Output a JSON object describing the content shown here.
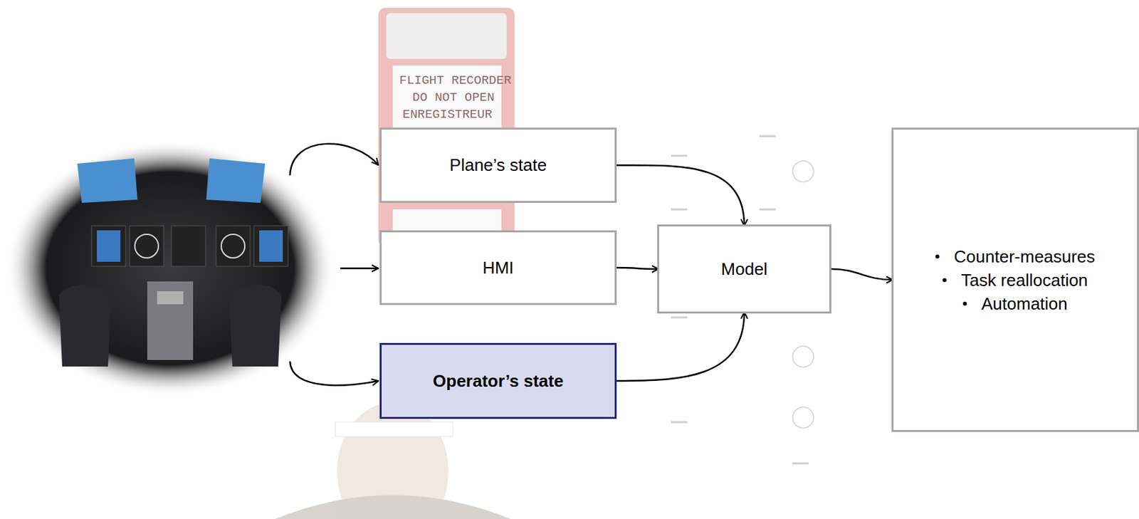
{
  "diagram": {
    "nodes": [
      {
        "text": [
          "Plane’s state"
        ]
      },
      {
        "text": [
          "HMI"
        ]
      },
      {
        "text": [
          "Operator’s state"
        ]
      },
      {
        "text": [
          "Model"
        ]
      },
      {
        "text": [
          "Counter-measures",
          "Task reallocation",
          "Automation"
        ]
      }
    ],
    "edges": [
      {
        "from": 0,
        "to": 3,
        "arrow": "to"
      },
      {
        "from": 1,
        "to": 3,
        "arrow": "to"
      },
      {
        "from": 2,
        "to": 3,
        "arrow": "to"
      },
      {
        "from": 3,
        "to": 4,
        "arrow": "to"
      }
    ],
    "labels": [
      "FLIGHT RECORDER",
      "DO NOT OPEN",
      "ENREGISTREUR"
    ]
  }
}
